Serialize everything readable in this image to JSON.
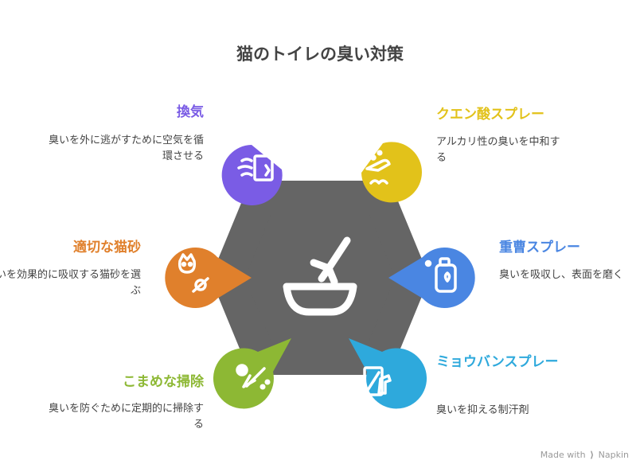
{
  "title": "猫のトイレの臭い対策",
  "items": [
    {
      "title": "換気",
      "desc": "臭いを外に逃がすために空気を循環させる",
      "color": "#7a5ce5",
      "icon": "ventilation-icon"
    },
    {
      "title": "クエン酸スプレー",
      "desc": "アルカリ性の臭いを中和する",
      "color": "#e2c21a",
      "icon": "spray-hand-icon"
    },
    {
      "title": "適切な猫砂",
      "desc": "臭いを効果的に吸収する猫砂を選ぶ",
      "color": "#e0802c",
      "icon": "cat-litter-icon"
    },
    {
      "title": "重曹スプレー",
      "desc": "臭いを吸収し、表面を磨く",
      "color": "#4a86e2",
      "icon": "bottle-icon"
    },
    {
      "title": "こまめな掃除",
      "desc": "臭いを防ぐために定期的に掃除する",
      "color": "#8db834",
      "icon": "broom-icon"
    },
    {
      "title": "ミョウバンスプレー",
      "desc": "臭いを抑える制汗剤",
      "color": "#2ea9dc",
      "icon": "deodorant-icon"
    }
  ],
  "center_icon": "litter-scoop-icon",
  "footer": {
    "prefix": "Made with",
    "brand": "Napkin"
  }
}
